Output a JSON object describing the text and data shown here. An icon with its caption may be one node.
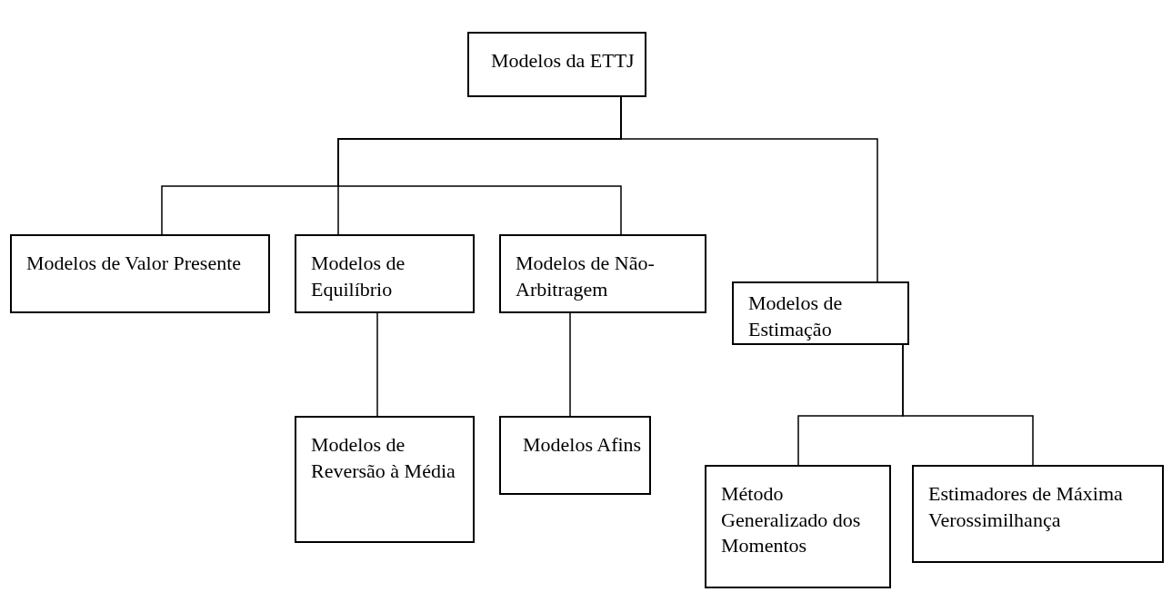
{
  "diagram": {
    "nodes": [
      {
        "text": [
          "Modelos da ETTJ"
        ]
      },
      {
        "text": [
          "Modelos de Valor Presente"
        ]
      },
      {
        "text": [
          "Modelos de Equilíbrio"
        ]
      },
      {
        "text": [
          "Modelos de Não-Arbitragem"
        ]
      },
      {
        "text": [
          "Modelos de Estimação"
        ]
      },
      {
        "text": [
          "Modelos de Reversão à Média"
        ]
      },
      {
        "text": [
          "Modelos Afins"
        ]
      },
      {
        "text": [
          "Método Generalizado dos Momentos"
        ]
      },
      {
        "text": [
          "Estimadores de Máxima Verossimilhança"
        ]
      }
    ],
    "edges": [
      {
        "from": 0,
        "to": 1,
        "arrow": "none"
      },
      {
        "from": 0,
        "to": 2,
        "arrow": "none"
      },
      {
        "from": 0,
        "to": 3,
        "arrow": "none"
      },
      {
        "from": 0,
        "to": 4,
        "arrow": "none"
      },
      {
        "from": 2,
        "to": 5,
        "arrow": "none"
      },
      {
        "from": 3,
        "to": 6,
        "arrow": "none"
      },
      {
        "from": 4,
        "to": 7,
        "arrow": "none"
      },
      {
        "from": 4,
        "to": 8,
        "arrow": "none"
      }
    ]
  }
}
